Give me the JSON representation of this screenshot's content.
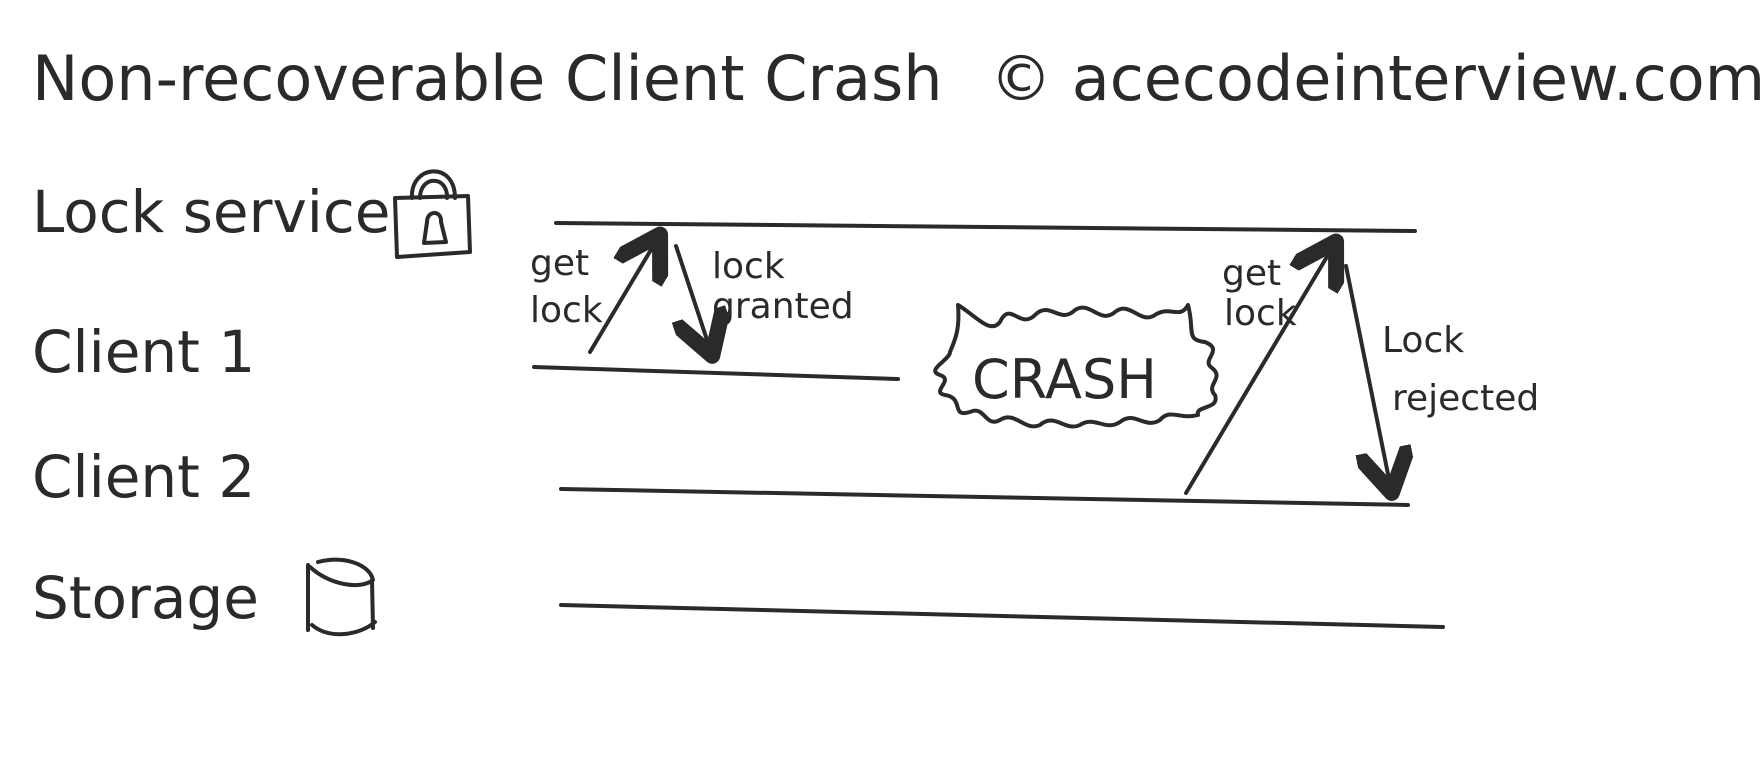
{
  "title": "Non-recoverable Client Crash",
  "copyright": "© acecodeinterview.com",
  "lanes": [
    {
      "label": "Lock service",
      "icon": "lock-icon"
    },
    {
      "label": "Client 1"
    },
    {
      "label": "Client 2"
    },
    {
      "label": "Storage",
      "icon": "database-icon"
    }
  ],
  "messages": {
    "c1_get_lock": [
      "get",
      "lock"
    ],
    "c1_lock_granted": [
      "lock",
      "granted"
    ],
    "crash": "CRASH",
    "c2_get_lock": [
      "get",
      "lock"
    ],
    "c2_lock_rejected": [
      "Lock",
      "rejected"
    ]
  },
  "colors": {
    "ink": "#2a2a2a",
    "background": "#ffffff"
  }
}
